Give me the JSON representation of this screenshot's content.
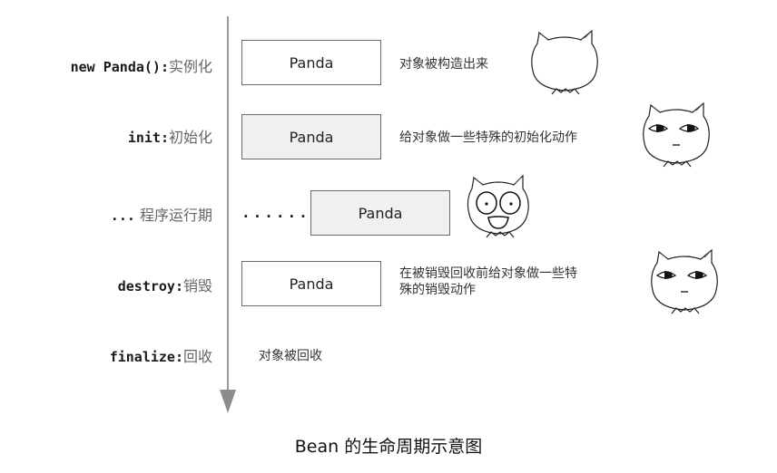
{
  "diagram": {
    "caption": "Bean 的生命周期示意图",
    "stages": [
      {
        "code": "new Panda():",
        "desc": "实例化",
        "box_label": "Panda",
        "box_style": "white",
        "note": "对象被构造出来",
        "face": "blank"
      },
      {
        "code": "init:",
        "desc": "初始化",
        "box_label": "Panda",
        "box_style": "gray",
        "note": "给对象做一些特殊的初始化动作",
        "face": "sleepy"
      },
      {
        "code": "...",
        "desc": "程序运行期",
        "box_label": "Panda",
        "box_style": "gray",
        "prefix": "......",
        "face": "happy"
      },
      {
        "code": "destroy:",
        "desc": "销毁",
        "box_label": "Panda",
        "box_style": "white",
        "note_line1": "在被销毁回收前给对象做一些特",
        "note_line2": "殊的销毁动作",
        "face": "sleepy"
      },
      {
        "code": "finalize:",
        "desc": "回收",
        "note": "对象被回收"
      }
    ],
    "colors": {
      "timeline": "#9a9a9a",
      "box_border": "#6b6b6b",
      "box_gray_fill": "#f0f0f0",
      "label_desc": "#666666"
    }
  }
}
